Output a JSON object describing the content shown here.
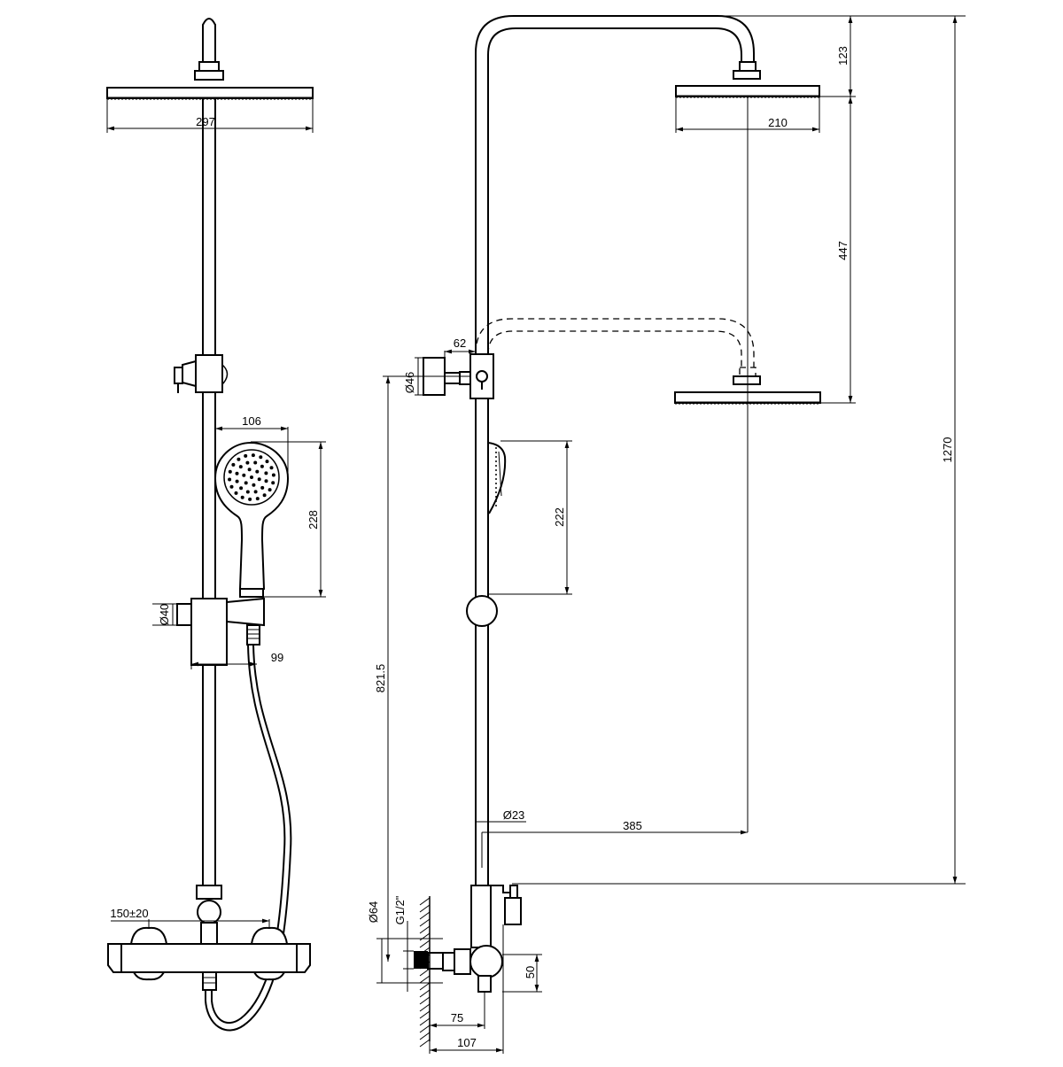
{
  "front_view": {
    "dimensions": {
      "overhead_width": "297",
      "hand_width": "106",
      "hand_length": "228",
      "holder_diameter": "Ø40",
      "holder_offset": "99",
      "valve_spacing": "150±20"
    }
  },
  "side_view": {
    "dimensions": {
      "arm_height": "123",
      "overhead_width": "210",
      "slide_height": "447",
      "total_height": "1270",
      "bracket_offset": "62",
      "bracket_diameter": "Ø46",
      "hand_length": "222",
      "bracket_height": "821.5",
      "rail_diameter": "Ø23",
      "arm_reach": "385",
      "inlet_diameter": "Ø64",
      "inlet_thread": "G1/2\"",
      "valve_height": "50",
      "inlet_depth": "75",
      "valve_depth": "107"
    }
  }
}
